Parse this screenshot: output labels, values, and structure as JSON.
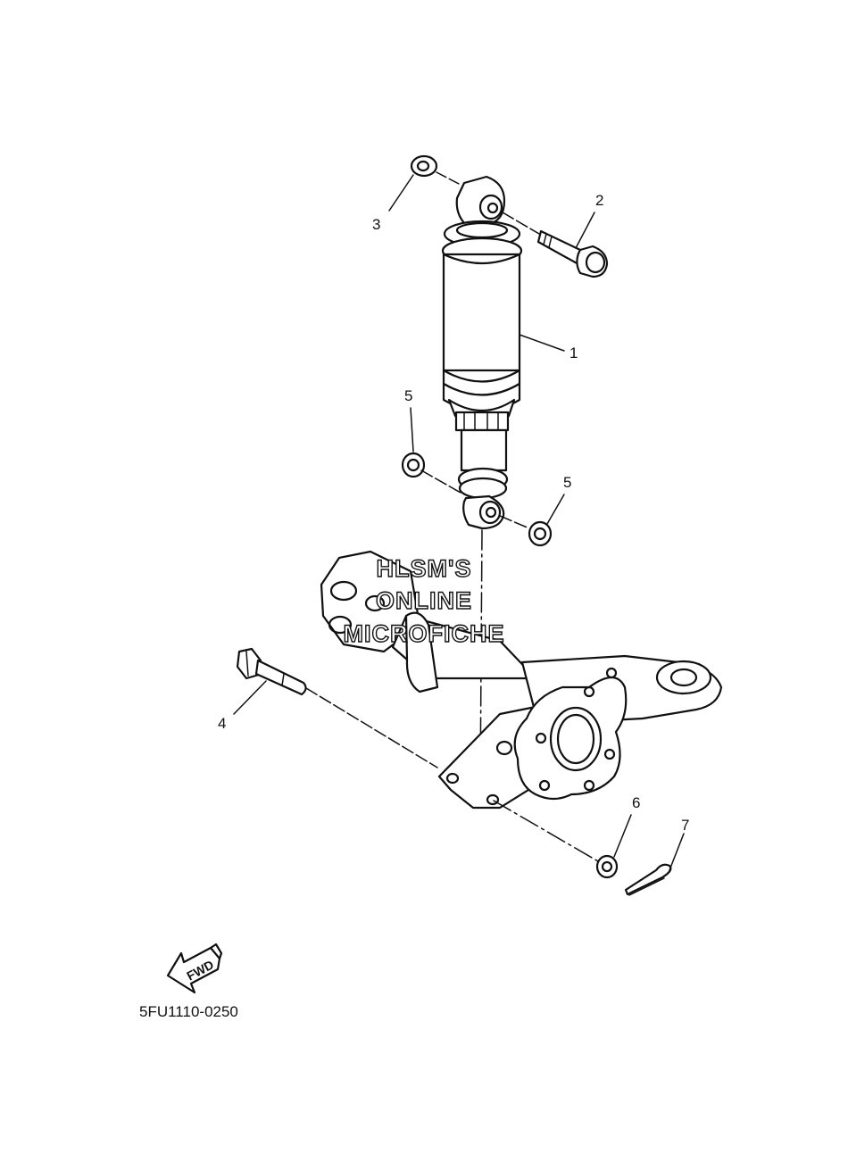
{
  "callouts": [
    {
      "id": "1",
      "label": "1"
    },
    {
      "id": "2",
      "label": "2"
    },
    {
      "id": "3",
      "label": "3"
    },
    {
      "id": "4",
      "label": "4"
    },
    {
      "id": "5a",
      "label": "5"
    },
    {
      "id": "5b",
      "label": "5"
    },
    {
      "id": "6",
      "label": "6"
    },
    {
      "id": "7",
      "label": "7"
    }
  ],
  "watermark": {
    "line1": "HLSM'S",
    "line2": "ONLINE",
    "line3": "MICROFICHE"
  },
  "fwd_label": "FWD",
  "diagram_code": "5FU1110-0250"
}
